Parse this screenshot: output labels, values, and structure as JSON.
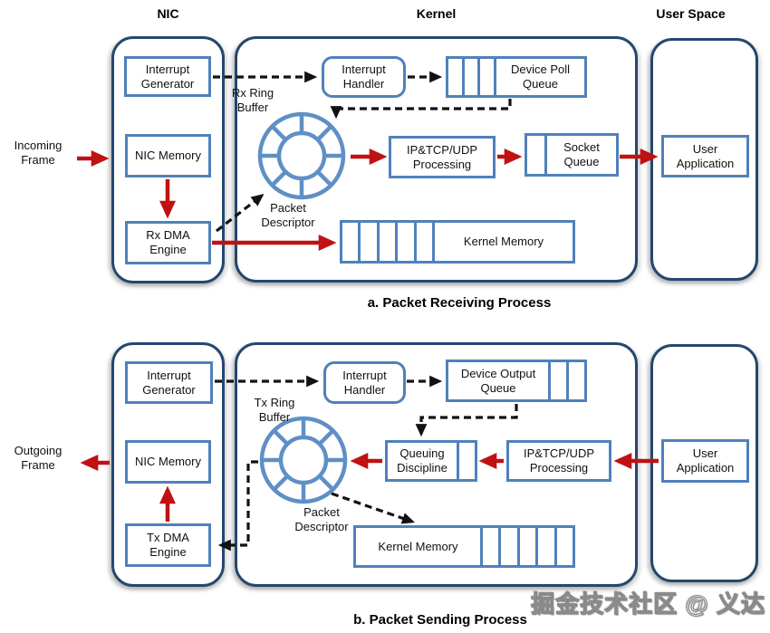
{
  "watermark": "掘金技术社区 @ 义达",
  "colors": {
    "container_border": "#24476F",
    "box_border": "#4F81BB",
    "ring_blue": "#5E90C5",
    "arrow_red": "#C01212",
    "arrow_black": "#121212",
    "background": "#FFFFFF",
    "watermark_fill": "#FFFFFF",
    "watermark_outline": "#8A8A8A"
  },
  "headers": {
    "nic": "NIC",
    "kernel": "Kernel",
    "user_space": "User Space"
  },
  "receiving": {
    "caption": "a. Packet Receiving Process",
    "incoming_frame": "Incoming Frame",
    "interrupt_generator": "Interrupt Generator",
    "nic_memory": "NIC Memory",
    "rx_dma_engine": "Rx DMA Engine",
    "interrupt_handler": "Interrupt Handler",
    "device_poll_queue": "Device Poll Queue",
    "rx_ring_buffer": "Rx Ring Buffer",
    "packet_descriptor": "Packet Descriptor",
    "ip_tcp_udp_processing": "IP&TCP/UDP Processing",
    "socket_queue": "Socket Queue",
    "kernel_memory": "Kernel Memory",
    "user_application": "User Application"
  },
  "sending": {
    "caption": "b. Packet Sending Process",
    "outgoing_frame": "Outgoing Frame",
    "interrupt_generator": "Interrupt Generator",
    "nic_memory": "NIC Memory",
    "tx_dma_engine": "Tx DMA Engine",
    "interrupt_handler": "Interrupt Handler",
    "device_output_queue": "Device Output Queue",
    "tx_ring_buffer": "Tx Ring Buffer",
    "packet_descriptor": "Packet Descriptor",
    "queuing_discipline": "Queuing Discipline",
    "ip_tcp_udp_processing": "IP&TCP/UDP Processing",
    "kernel_memory": "Kernel Memory",
    "user_application": "User Application"
  }
}
